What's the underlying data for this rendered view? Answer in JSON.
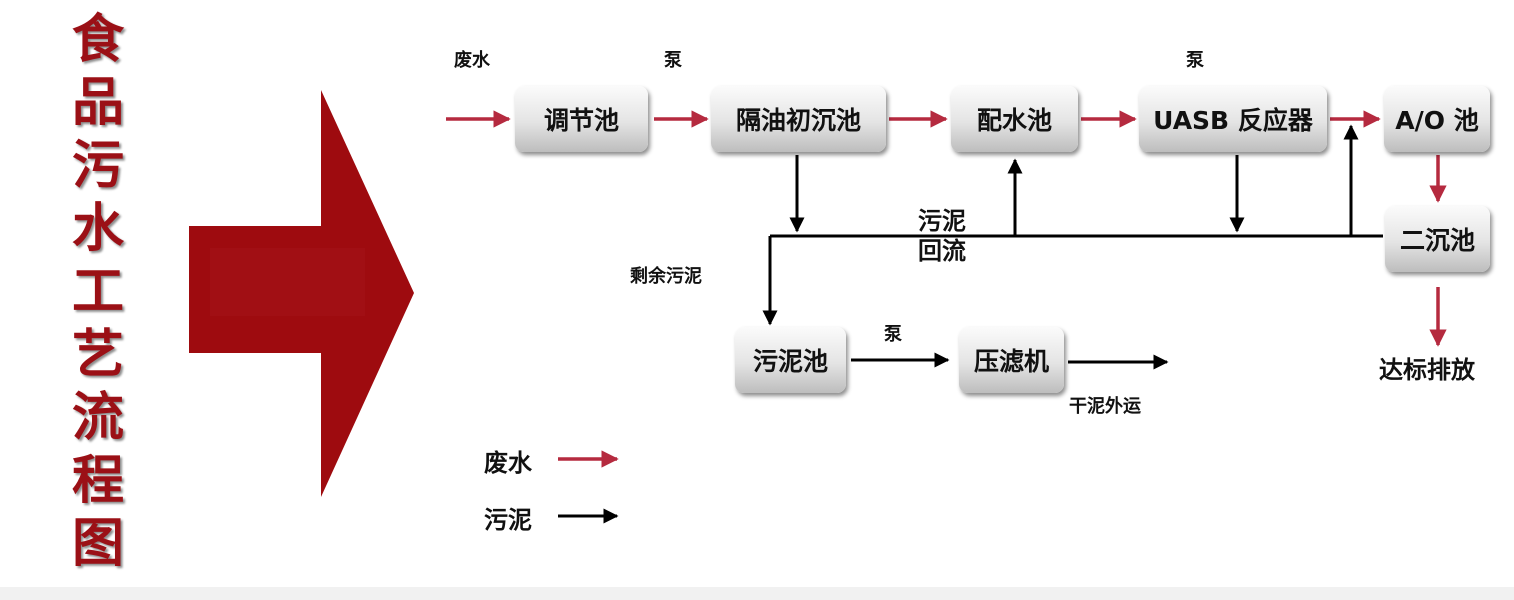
{
  "title_chars": [
    "食",
    "品",
    "污",
    "水",
    "工",
    "艺",
    "流",
    "程",
    "图"
  ],
  "colors": {
    "wastewater": "#b52a3f",
    "sludge": "#000000",
    "big_arrow": "#9e0b0f",
    "title": "#9b1016"
  },
  "nodes": {
    "regulating_tank": "调节池",
    "oil_separation_tank": "隔油初沉池",
    "distribution_tank": "配水池",
    "uasb_reactor": "UASB 反应器",
    "ao_tank": "A/O 池",
    "secondary_clarifier": "二沉池",
    "sludge_tank": "污泥池",
    "filter_press": "压滤机"
  },
  "labels": {
    "wastewater_in": "废水",
    "pump_1": "泵",
    "pump_2": "泵",
    "pump_3": "泵",
    "sludge_return_1": "污泥",
    "sludge_return_2": "回流",
    "excess_sludge": "剩余污泥",
    "dry_sludge_out": "干泥外运",
    "discharge": "达标排放"
  },
  "legend": {
    "wastewater": "废水",
    "sludge": "污泥"
  }
}
